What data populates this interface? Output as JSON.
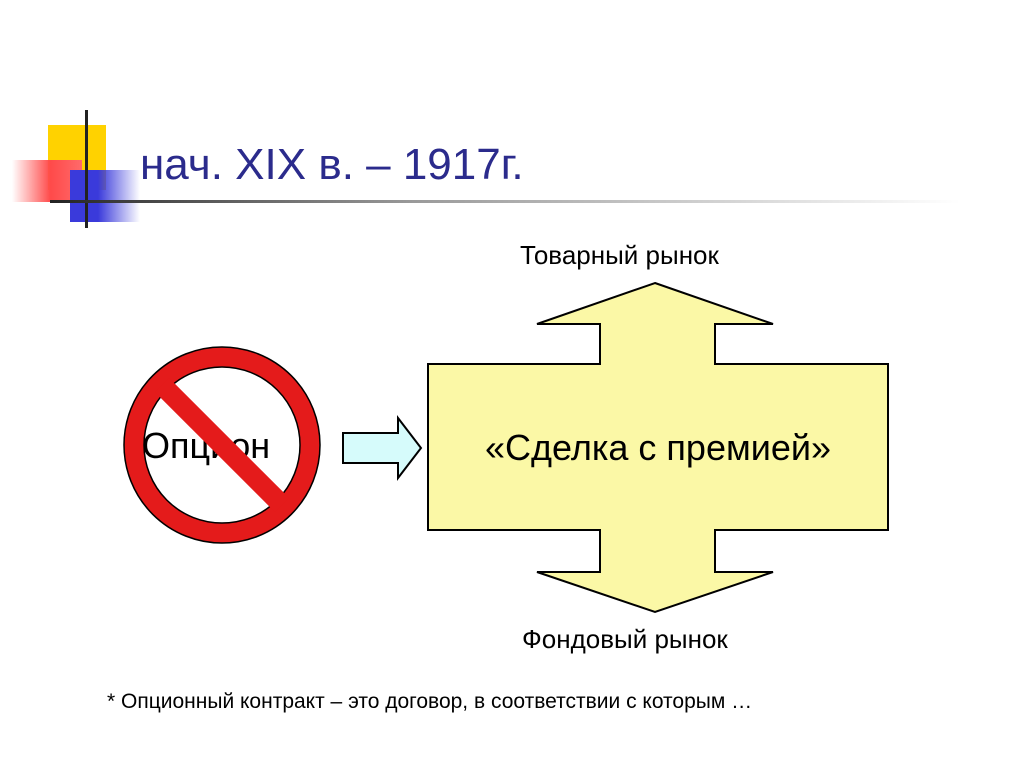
{
  "slide": {
    "title": "нач. XIX в. – 1917г.",
    "footnote": "* Опционный контракт – это договор, в соответствии с которым …"
  },
  "diagram": {
    "center_label": "«Сделка с премией»",
    "top_label": "Товарный рынок",
    "bottom_label": "Фондовый рынок",
    "crossed_out_label": "Опцион",
    "arrow_fill": "#fbf8a6",
    "small_arrow_fill": "#d6fbfb",
    "prohibition_color": "#e41b1b"
  }
}
